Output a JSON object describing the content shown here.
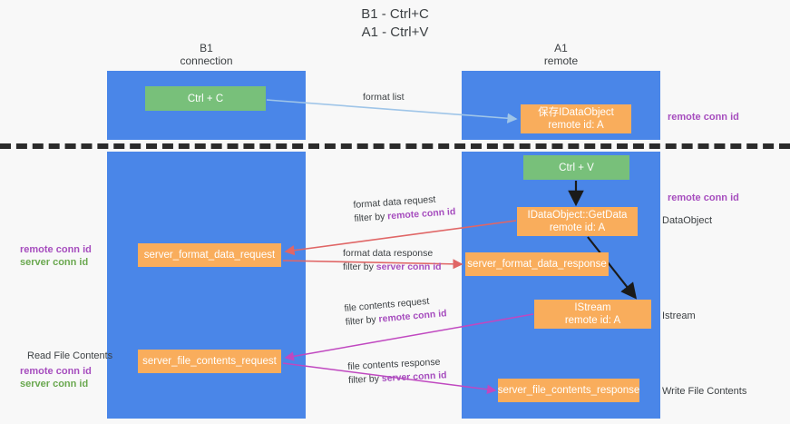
{
  "title": {
    "line1": "B1 - Ctrl+C",
    "line2": "A1 - Ctrl+V"
  },
  "columns": {
    "b1": {
      "name": "B1",
      "role": "connection"
    },
    "a1": {
      "name": "A1",
      "role": "remote"
    }
  },
  "boxes": {
    "ctrl_c": "Ctrl + C",
    "save_idataobject_l1": "保存IDataObject",
    "save_idataobject_l2": "remote id: A",
    "ctrl_v": "Ctrl + V",
    "getdata_l1": "IDataObject::GetData",
    "getdata_l2": "remote id: A",
    "server_format_data_request": "server_format_data_request",
    "server_format_data_response": "server_format_data_response",
    "istream_l1": "IStream",
    "istream_l2": "remote id: A",
    "server_file_contents_request": "server_file_contents_request",
    "server_file_contents_response": "server_file_contents_response"
  },
  "arrow_labels": {
    "format_list": "format list",
    "format_data_request_l1": "format data request",
    "format_data_request_l2a": "filter by ",
    "format_data_request_l2b": "remote conn id",
    "format_data_response_l1": "format data response",
    "format_data_response_l2a": "filter by ",
    "format_data_response_l2b": "server conn id",
    "file_contents_request_l1": "file contents request",
    "file_contents_request_l2a": "filter by ",
    "file_contents_request_l2b": "remote conn id",
    "file_contents_response_l1": "file contents response",
    "file_contents_response_l2a": "filter by ",
    "file_contents_response_l2b": "server conn id"
  },
  "annotations": {
    "remote_conn_id_top": "remote conn id",
    "remote_conn_id_mid": "remote conn id",
    "dataobject": "DataObject",
    "istream": "Istream",
    "write_file_contents": "Write File Contents",
    "read_file_contents": "Read File Contents",
    "left_remote_conn_id_1": "remote conn id",
    "left_server_conn_id_1": "server conn id",
    "left_remote_conn_id_2": "remote conn id",
    "left_server_conn_id_2": "server conn id"
  },
  "colors": {
    "lane_blue": "#4a86e8",
    "box_green": "#78c07a",
    "box_orange": "#f9ad5c",
    "purple": "#a64dbe",
    "green_text": "#6aa84f",
    "arrow_lightblue": "#9fc5e8",
    "arrow_red": "#e06666",
    "arrow_magenta": "#c048c0",
    "arrow_black": "#1a1a1a",
    "background": "#f8f8f8",
    "dashed_line": "#2b2b2b"
  }
}
